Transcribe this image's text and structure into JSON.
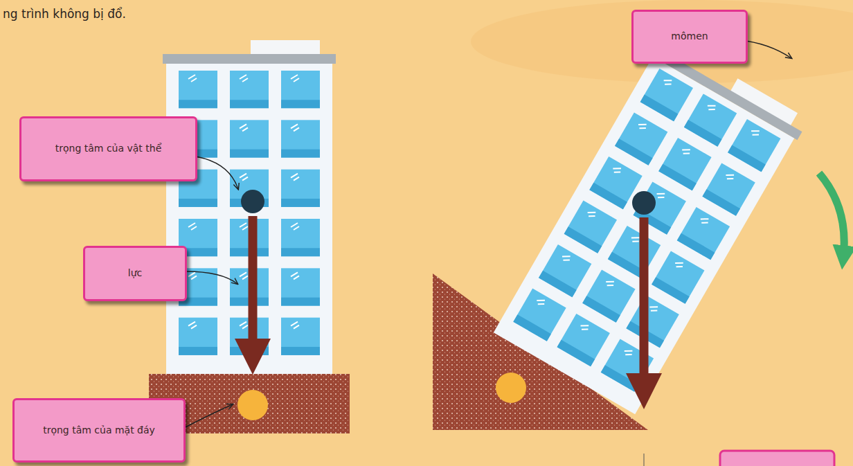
{
  "diagram": {
    "nodes": [
      {
        "text": [
          "mômen"
        ]
      },
      {
        "text": [
          "trọng tâm của vật thể"
        ]
      },
      {
        "text": [
          "lực"
        ]
      },
      {
        "text": [
          "trọng tâm của mặt đáy"
        ]
      }
    ],
    "labels": [
      "ng trình không bị đổ."
    ]
  }
}
